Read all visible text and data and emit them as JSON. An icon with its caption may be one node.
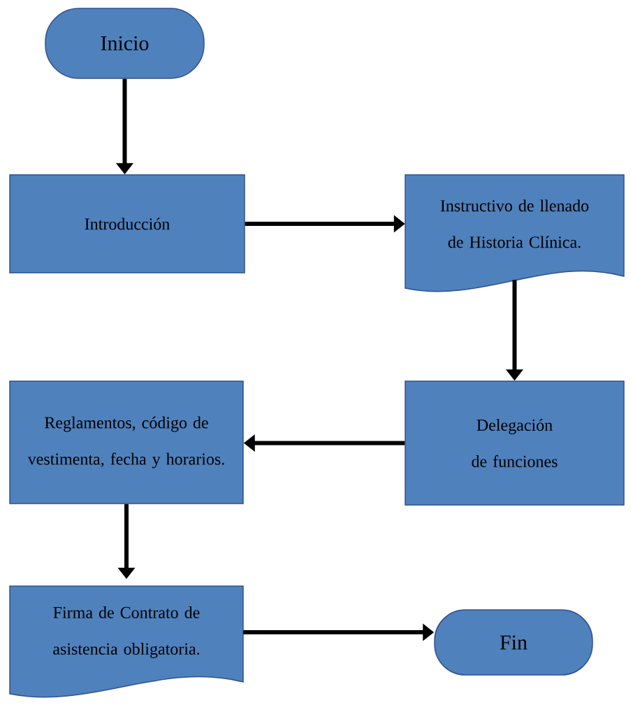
{
  "diagram": {
    "nodes": [
      {
        "text": [
          "Inicio"
        ]
      },
      {
        "text": [
          "Introducción"
        ]
      },
      {
        "text": [
          "Instructivo de llenado de Historia Clínica."
        ]
      },
      {
        "text": [
          "Delegación de funciones"
        ]
      },
      {
        "text": [
          "Reglamentos, código de vestimenta, fecha y horarios."
        ]
      },
      {
        "text": [
          "Firma de Contrato de asistencia obligatoria."
        ]
      },
      {
        "text": [
          "Fin"
        ]
      }
    ],
    "edges": [
      {
        "from": 0,
        "to": 1,
        "arrow": "to"
      },
      {
        "from": 1,
        "to": 2,
        "arrow": "to"
      },
      {
        "from": 2,
        "to": 3,
        "arrow": "to"
      },
      {
        "from": 3,
        "to": 4,
        "arrow": "to"
      },
      {
        "from": 4,
        "to": 5,
        "arrow": "to"
      },
      {
        "from": 5,
        "to": 6,
        "arrow": "to"
      }
    ]
  }
}
